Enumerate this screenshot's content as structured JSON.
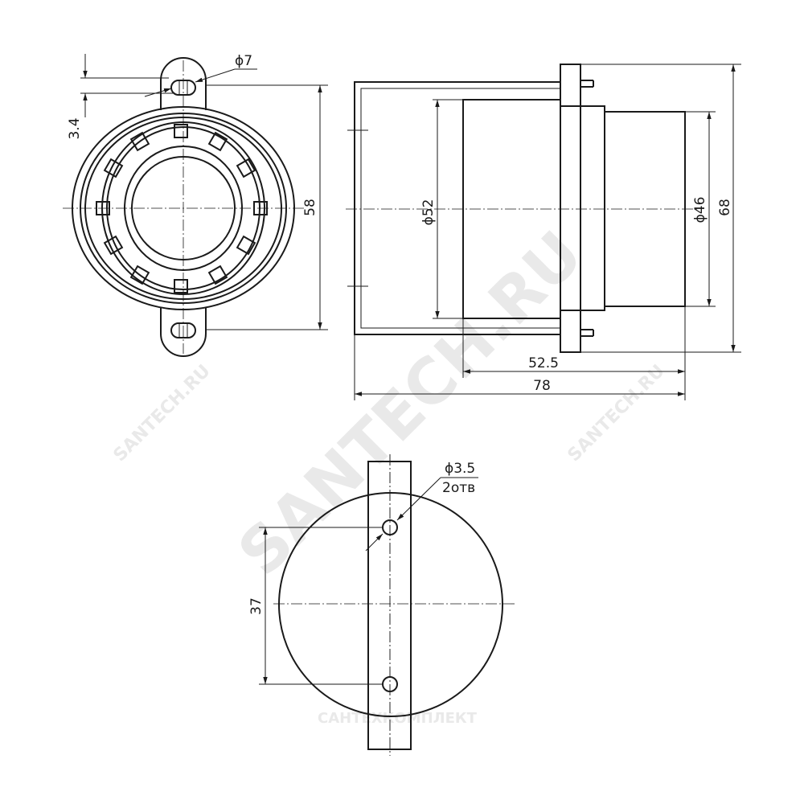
{
  "watermark": {
    "main": "SANTECH.RU",
    "small": "SANTECH.RU",
    "company": "САНТЕХКОМПЛЕКТ"
  },
  "front_view": {
    "dim_hole": "ϕ7",
    "dim_lug": "3.4",
    "dim_height": "58"
  },
  "side_view": {
    "dim_body": "ϕ52",
    "dim_neck": "ϕ46",
    "dim_total_height": "68",
    "dim_neck_length": "52.5",
    "dim_total_length": "78"
  },
  "plate_view": {
    "dim_hole": "ϕ3.5",
    "dim_hole_count": "2отв",
    "dim_spacing": "37"
  }
}
